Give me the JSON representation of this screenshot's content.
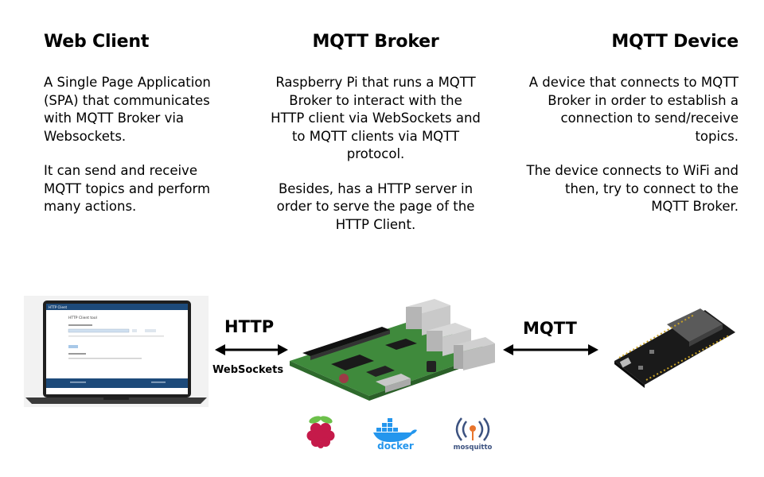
{
  "columns": {
    "web_client": {
      "title": "Web Client",
      "paragraphs": [
        "A Single Page Application (SPA) that communicates with MQTT Broker via Websockets.",
        "It can send and receive MQTT topics and perform many actions."
      ]
    },
    "broker": {
      "title": "MQTT Broker",
      "paragraphs": [
        "Raspberry Pi that runs a MQTT Broker to interact with the HTTP client via WebSockets and to MQTT clients via MQTT protocol.",
        "Besides, has a HTTP server in order to serve the page of the HTTP Client."
      ]
    },
    "device": {
      "title": "MQTT Device",
      "paragraphs": [
        "A device that connects to MQTT Broker in order to establish a connection to send/receive topics.",
        "The device connects to WiFi and then, try to connect to the MQTT Broker."
      ]
    }
  },
  "links": {
    "http_label": "HTTP",
    "websockets_label": "WebSockets",
    "mqtt_label": "MQTT"
  },
  "laptop_screen": {
    "app_name": "HTTP Client",
    "page_title": "HTTP Client tool"
  },
  "logos": {
    "docker": "docker",
    "mosquitto": "mosquitto"
  },
  "colors": {
    "text": "#000000",
    "laptop_bar": "#1d4a7a",
    "raspberry": "#c51a4a",
    "docker": "#2496ed",
    "mosquitto": "#3c5280",
    "pcb_green": "#3f8a3c",
    "esp_board": "#1a1a1a"
  }
}
